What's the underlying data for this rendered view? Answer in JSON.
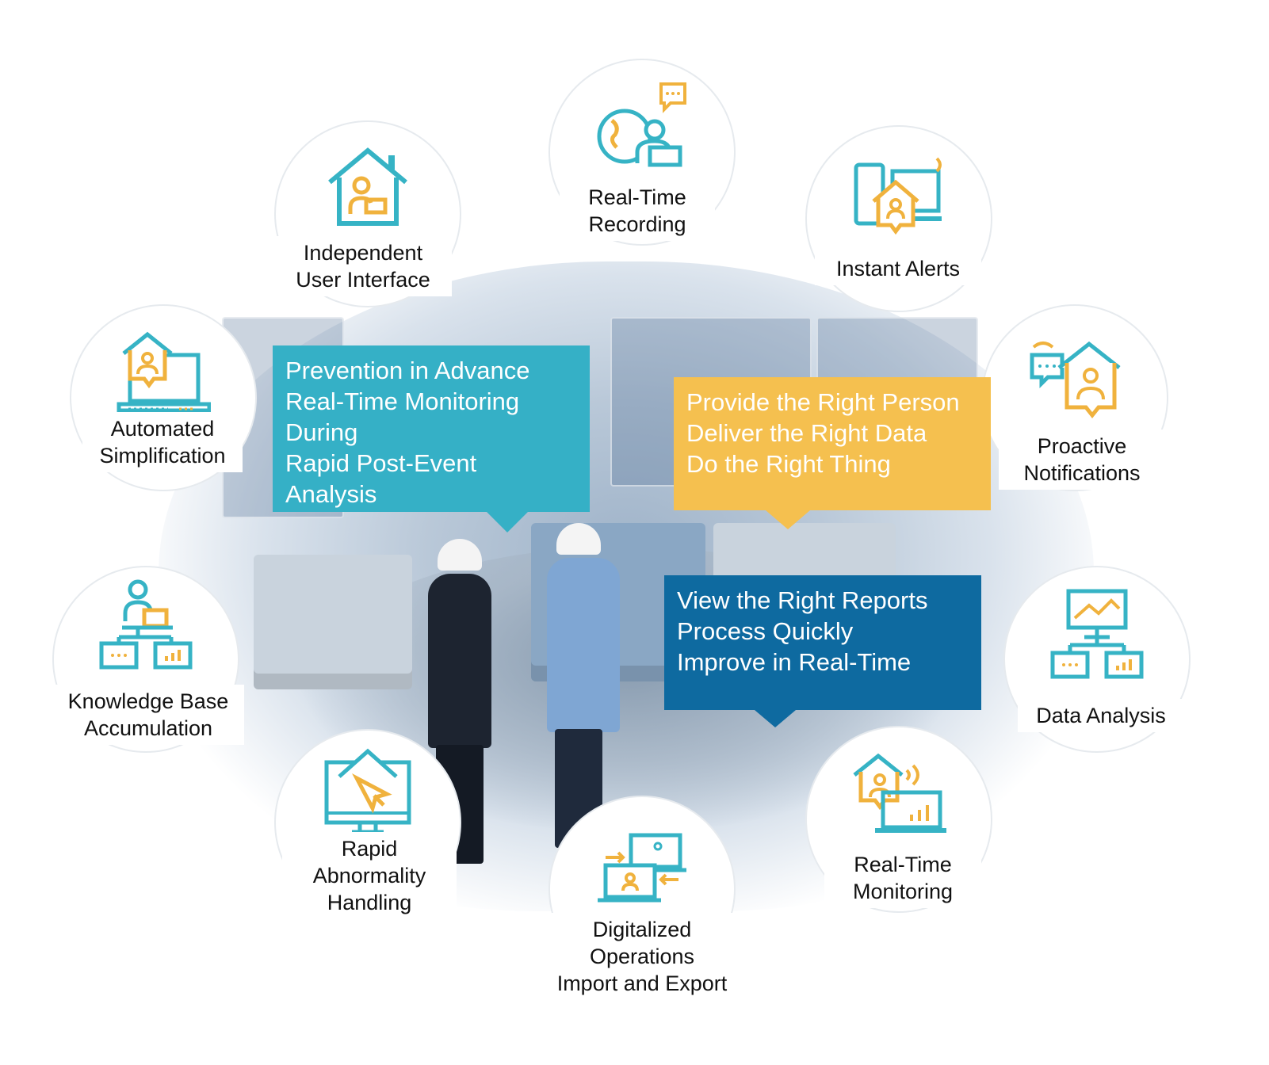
{
  "features": [
    {
      "id": "real-time-recording",
      "label": "Real-Time\nRecording",
      "icon": "globe-person-laptop-chat-icon"
    },
    {
      "id": "independent-user-interface",
      "label": "Independent\nUser Interface",
      "icon": "house-person-laptop-icon"
    },
    {
      "id": "instant-alerts",
      "label": "Instant Alerts",
      "icon": "devices-house-alert-icon"
    },
    {
      "id": "automated-simplification",
      "label": "Automated\nSimplification",
      "icon": "laptop-house-person-icon"
    },
    {
      "id": "proactive-notifications",
      "label": "Proactive\nNotifications",
      "icon": "chat-house-person-icon"
    },
    {
      "id": "knowledge-base-accumulation",
      "label": "Knowledge Base\nAccumulation",
      "icon": "person-network-screens-icon"
    },
    {
      "id": "data-analysis",
      "label": "Data Analysis",
      "icon": "monitor-network-chart-icon"
    },
    {
      "id": "rapid-abnormality-handling",
      "label": "Rapid\nAbnormality\nHandling",
      "icon": "monitor-house-cursor-icon"
    },
    {
      "id": "real-time-monitoring",
      "label": "Real-Time\nMonitoring",
      "icon": "house-laptop-bars-icon"
    },
    {
      "id": "digitalized-operations",
      "label": "Digitalized\nOperations\nImport and Export",
      "icon": "laptops-transfer-icon"
    }
  ],
  "callouts": [
    {
      "id": "prevention",
      "color": "#35b0c6",
      "lines": [
        "Prevention in Advance",
        "Real-Time Monitoring",
        "During",
        "Rapid Post-Event",
        "Analysis"
      ]
    },
    {
      "id": "right-person",
      "color": "#f5c04f",
      "lines": [
        "Provide the Right Person",
        "Deliver the Right Data",
        "Do the Right Thing"
      ]
    },
    {
      "id": "right-reports",
      "color": "#0e6aa0",
      "lines": [
        "View the Right Reports",
        "Process Quickly",
        "Improve in Real-Time"
      ]
    }
  ],
  "colors": {
    "teal": "#36b3c5",
    "orange": "#f0b23d",
    "blue": "#0e6aa0"
  }
}
